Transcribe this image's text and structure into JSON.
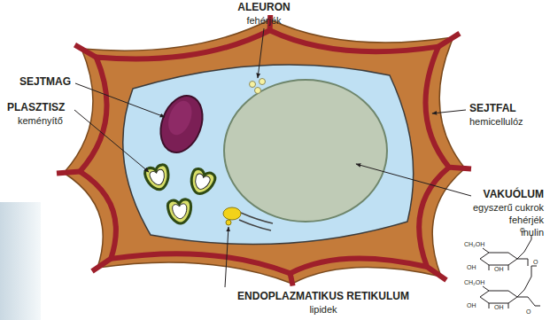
{
  "diagram": {
    "labels": [
      "ALEURON",
      "fehérjék",
      "SEJTMAG",
      "PLASZTISZ",
      "keményítő",
      "SEJTFAL",
      "hemicellulóz",
      "VAKUÓLUM",
      "egyszerű cukrok",
      "fehérjék",
      "inulin",
      "ENDOPLAZMATIKUS RETIKULUM",
      "lipidek",
      "CH₂OH",
      "OH",
      "OH",
      "O",
      "CH₂OH",
      "OH",
      "OH",
      "O",
      "O"
    ]
  }
}
